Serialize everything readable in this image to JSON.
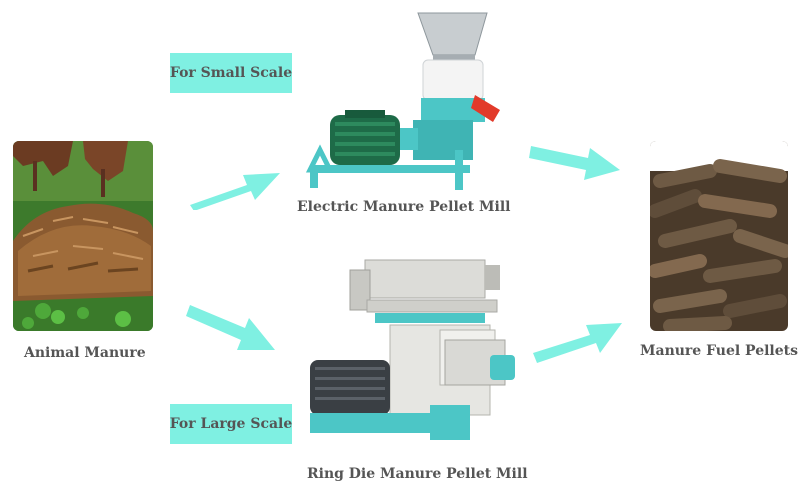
{
  "labels": {
    "animal_manure": "Animal Manure",
    "electric_mill": "Electric Manure Pellet Mill",
    "ring_die_mill": "Ring Die Manure Pellet Mill",
    "fuel_pellets": "Manure Fuel Pellets"
  },
  "tags": {
    "small_scale": "For Small Scale",
    "large_scale": "For Large Scale"
  },
  "colors": {
    "arrow": "#7ff0e2",
    "tag_bg": "#7ff0e2",
    "machine_teal": "#4cc6c6",
    "motor_green": "#1e6b48",
    "label_text": "#555555"
  },
  "icons": [
    "arrow-right-up-icon",
    "arrow-right-down-icon"
  ]
}
